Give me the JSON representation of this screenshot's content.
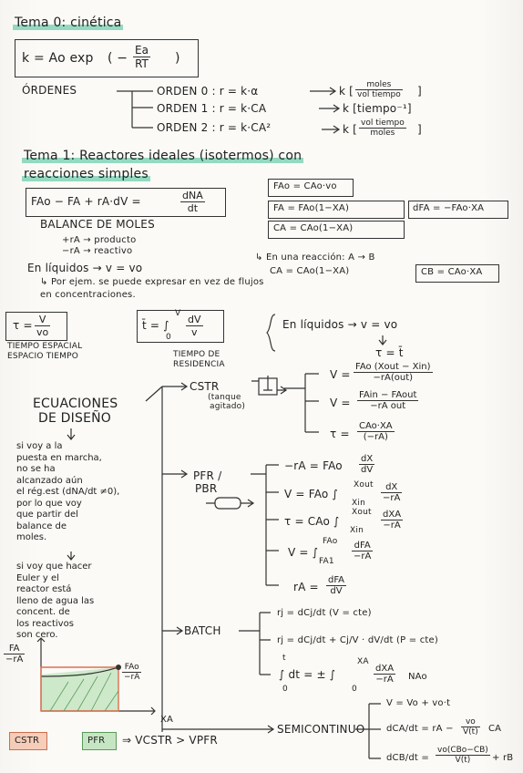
{
  "tema0": {
    "title": "Tema 0: cinética",
    "arrhenius": "k=Ao exp (- Ea / RT)",
    "arrhenius_lhs": "k = Ao exp",
    "arrhenius_num": "Ea",
    "arrhenius_den": "RT",
    "ordenes_label": "ÓRDENES",
    "orden0": "ORDEN 0 : r = k·α",
    "orden0_unit_num": "moles",
    "orden0_unit_den": "vol tiempo",
    "orden1": "ORDEN 1 : r = k·CA",
    "orden1_unit": "k [tiempo⁻¹]",
    "orden2": "ORDEN 2 : r = k·CA²",
    "orden2_unit_num": "vol tiempo",
    "orden2_unit_den": "moles"
  },
  "tema1": {
    "title": "Tema 1: Reactores ideales (isotermos) con",
    "title2": "reacciones simples",
    "balance_eq": "FAo − FA + rA·dV =",
    "balance_num": "dNA",
    "balance_den": "dt",
    "balance_label": "BALANCE DE MOLES",
    "plus_ra": "+rA → producto",
    "minus_ra": "−rA → reactivo",
    "fao": "FAo = CAo·vo",
    "fa": "FA = FAo(1−XA)",
    "dfa": "dFA = −FAo·XA",
    "ca": "CA = CAo(1−XA)",
    "liquidos1": "En líquidos → v = vo",
    "reaccion": "↳ En una reacción: A → B",
    "ca2": "CA = CAo(1−XA)",
    "cb": "CB = CAo·XA",
    "ejemplo": "↳ Por ejem. se puede expresar en vez de flujos",
    "ejemplo2": "en concentraciones.",
    "tau_eq": "τ = V / vo",
    "tau_num": "V",
    "tau_den": "vo",
    "tau_label": "TIEMPO ESPACIAL",
    "tau_label2": "ESPACIO TIEMPO",
    "tres_eq": "t̄ = ∫ dV / v",
    "tres_label": "TIEMPO DE",
    "tres_label2": "RESIDENCIA",
    "liquidos2": "En líquidos → v = vo",
    "tau_equal": "τ = t̄"
  },
  "diseno": {
    "ecuaciones": "ECUACIONES",
    "ecuaciones2": "DE DISEÑO",
    "note1": "si voy a la\npuesta en marcha,\nno se ha\nalcanzado aún\nel rég.est (dNA/dt ≠0),\npor lo que voy\nque partir del\nbalance de\nmoles.",
    "note2": "si voy que hacer\nEuler y el\nreactor está\nlleno de agua las\nconcent. de\nlos reactivos\nson cero.",
    "cstr_label": "CSTR",
    "cstr_sub": "(tanque",
    "cstr_sub2": "agitado)",
    "cstr_v1": "V = FAo(Xout − Xin) / −rA(out)",
    "cstr_v1_num": "FAo (Xout − Xin)",
    "cstr_v1_den": "−rA(out)",
    "cstr_v2_num": "FAin − FAout",
    "cstr_v2_den": "−rA out",
    "cstr_t_num": "CAo·XA",
    "cstr_t_den": "(−rA)",
    "v_eq": "V =",
    "t_eq": "τ =",
    "pfr_label": "PFR /",
    "pbr_label": "PBR",
    "pfr_ra": "−rA = FAo",
    "pfr_ra_num": "dX",
    "pfr_ra_den": "dV",
    "pfr_v": "V = FAo ∫",
    "pfr_v_lim": "Xout / Xin",
    "pfr_v_num": "dX",
    "pfr_v_den": "−rA",
    "pfr_t": "τ = CAo ∫",
    "pfr_t_num": "dXA",
    "pfr_t_den": "−rA",
    "pfr_v2": "V = ∫",
    "pfr_v2_lim": "FAo / FA1",
    "pfr_v2_num": "dFA",
    "pfr_v2_den": "−rA",
    "pfr_ra2": "rA =",
    "pfr_ra2_num": "dFA",
    "pfr_ra2_den": "dV",
    "batch_label": "BATCH",
    "batch1": "rj = dCj/dt  (V = cte)",
    "batch2": "rj = dCj/dt + Cj/V · dV/dt  (P = cte)",
    "batch3": "∫ dt = ± ∫",
    "batch3_lim": "t / 0",
    "batch3_lim2": "XA / 0",
    "batch3_num": "dXA",
    "batch3_den": "−rA",
    "batch3_tail": "NAo",
    "semi_label": "SEMICONTINUO",
    "semi1": "V = Vo + vo·t",
    "semi2_lhs": "dCA/dt = rA −",
    "semi2_num": "vo",
    "semi2_den": "V(t)",
    "semi2_tail": "CA",
    "semi3_lhs": "dCB/dt =",
    "semi3_num": "vo(CBo−CB)",
    "semi3_den": "V(t)",
    "semi3_tail": "+ rB"
  },
  "graph": {
    "y_label_num": "FA",
    "y_label_den": "−rA",
    "point_num": "FAo",
    "point_den": "−rA",
    "x_label": "XA"
  },
  "legend": {
    "cstr": "CSTR",
    "pfr": "PFR",
    "relation": "⇒ VCSTR > VPFR"
  },
  "colors": {
    "highlight": "#40be96",
    "cstr_fill": "#f0966e",
    "pfr_fill": "#78c878",
    "ink": "#222222"
  }
}
